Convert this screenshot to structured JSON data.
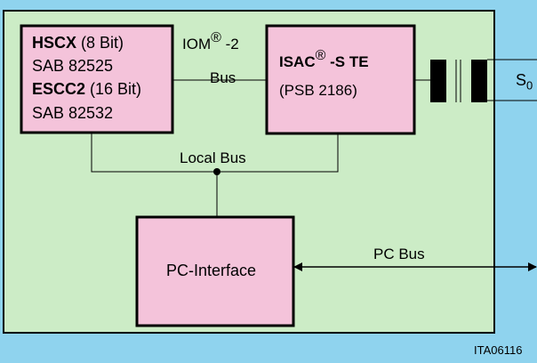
{
  "hscx": {
    "name_bold": "HSCX",
    "name_rest": " (8 Bit)",
    "part1": "SAB 82525",
    "escc_bold": "ESCC2",
    "escc_rest": " (16 Bit)",
    "part2": "SAB 82532"
  },
  "iom": {
    "text": "IOM",
    "reg": "®",
    "suffix": " -2",
    "bus": "Bus"
  },
  "isac": {
    "bold1": "ISAC",
    "reg": "®",
    "bold2": " -S TE",
    "part": "(PSB 2186)"
  },
  "s0": {
    "letter": "S",
    "sub": "0"
  },
  "local_bus": "Local Bus",
  "pc_interface": "PC-Interface",
  "pc_bus": "PC Bus",
  "figure_id": "ITA06116",
  "colors": {
    "outer_background": "#8fd3ee",
    "board_fill": "#ccecc6",
    "block_fill": "#f4c3da",
    "line": "#000000"
  }
}
